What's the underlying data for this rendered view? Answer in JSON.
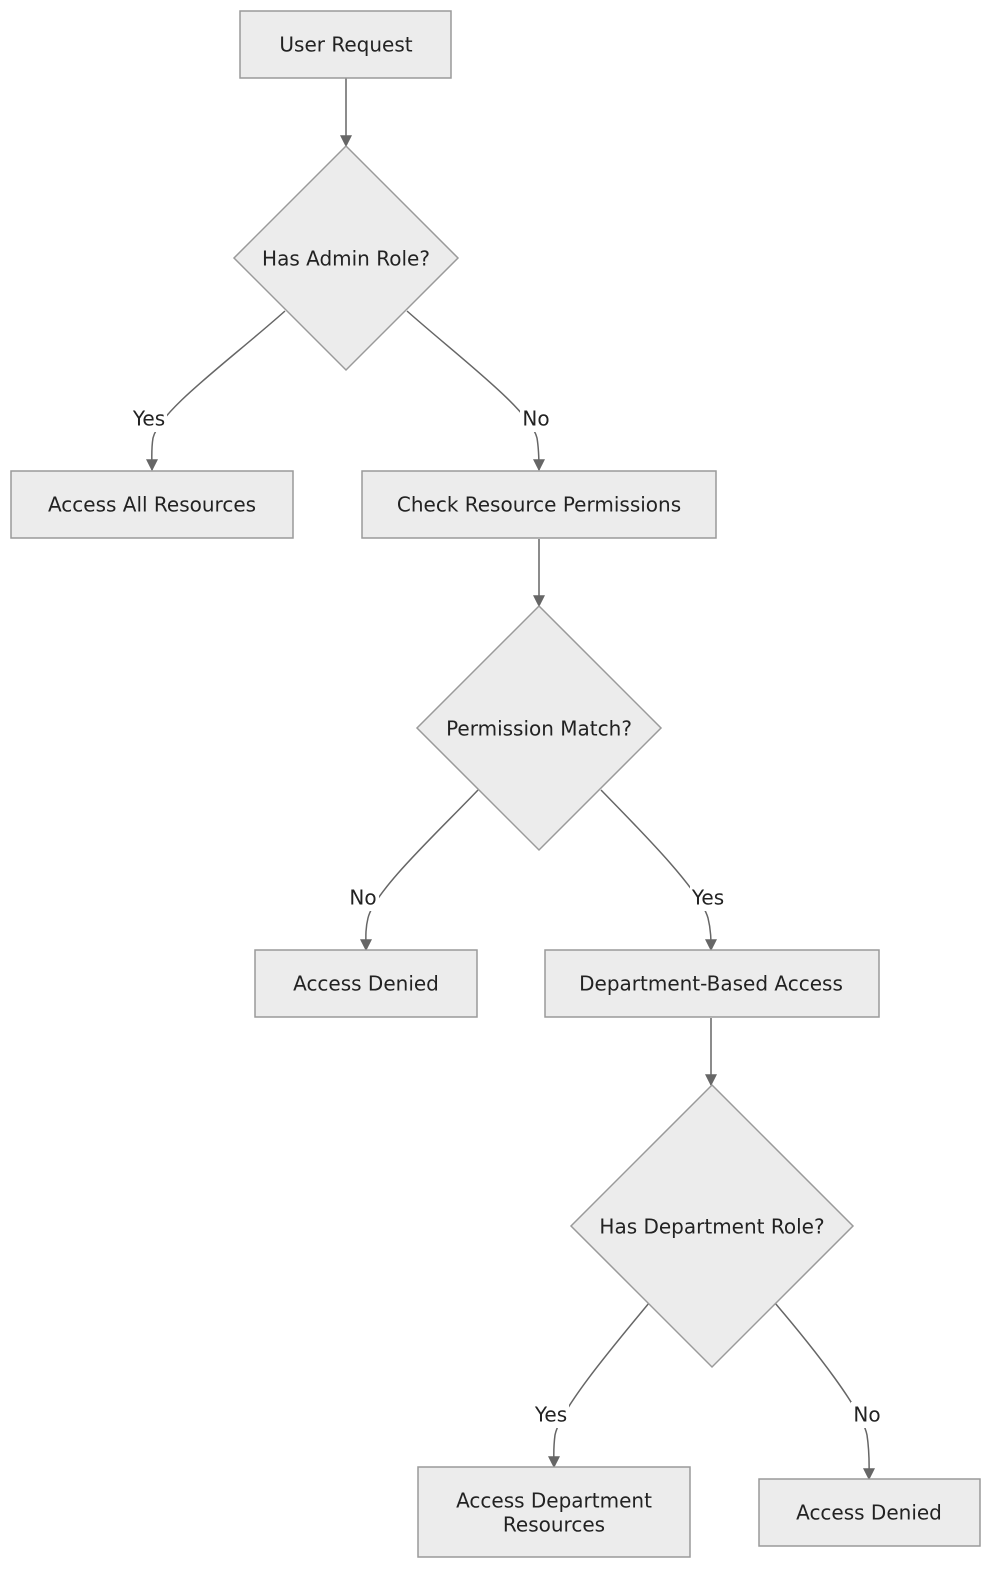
{
  "nodes": {
    "user_request": "User Request",
    "has_admin_role": "Has Admin Role?",
    "access_all_resources": "Access All Resources",
    "check_resource_permissions": "Check Resource Permissions",
    "permission_match": "Permission Match?",
    "access_denied_1": "Access Denied",
    "department_based_access": "Department-Based Access",
    "has_department_role": "Has Department Role?",
    "access_department_resources_line1": "Access Department",
    "access_department_resources_line2": "Resources",
    "access_denied_2": "Access Denied"
  },
  "edges": {
    "admin_yes": "Yes",
    "admin_no": "No",
    "perm_no": "No",
    "perm_yes": "Yes",
    "dept_yes": "Yes",
    "dept_no": "No"
  },
  "colors": {
    "node_fill": "#ececec",
    "node_stroke": "#9a9a9a",
    "edge": "#666666"
  }
}
